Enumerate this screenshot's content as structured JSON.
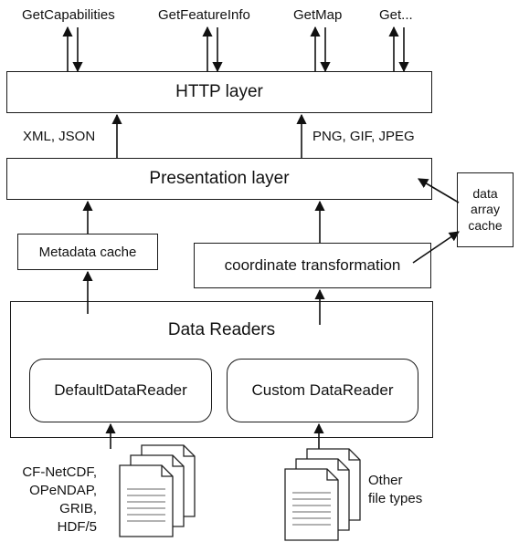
{
  "requests": [
    "GetCapabilities",
    "GetFeatureInfo",
    "GetMap",
    "Get..."
  ],
  "http_layer": "HTTP layer",
  "formats_left": "XML, JSON",
  "formats_right": "PNG, GIF, JPEG",
  "presentation_layer": "Presentation layer",
  "metadata_cache": "Metadata cache",
  "coordinate_transformation": "coordinate transformation",
  "data_array_cache": [
    "data",
    "array",
    "cache"
  ],
  "data_readers": {
    "title": "Data Readers",
    "default_reader": "DefaultDataReader",
    "custom_reader": "Custom DataReader"
  },
  "source_formats_left": [
    "CF-NetCDF,",
    "OPeNDAP,",
    "GRIB,",
    "HDF/5"
  ],
  "source_formats_right": [
    "Other",
    "file types"
  ],
  "icons": {
    "arrow": "arrow-icon",
    "document": "document-stack-icon"
  }
}
